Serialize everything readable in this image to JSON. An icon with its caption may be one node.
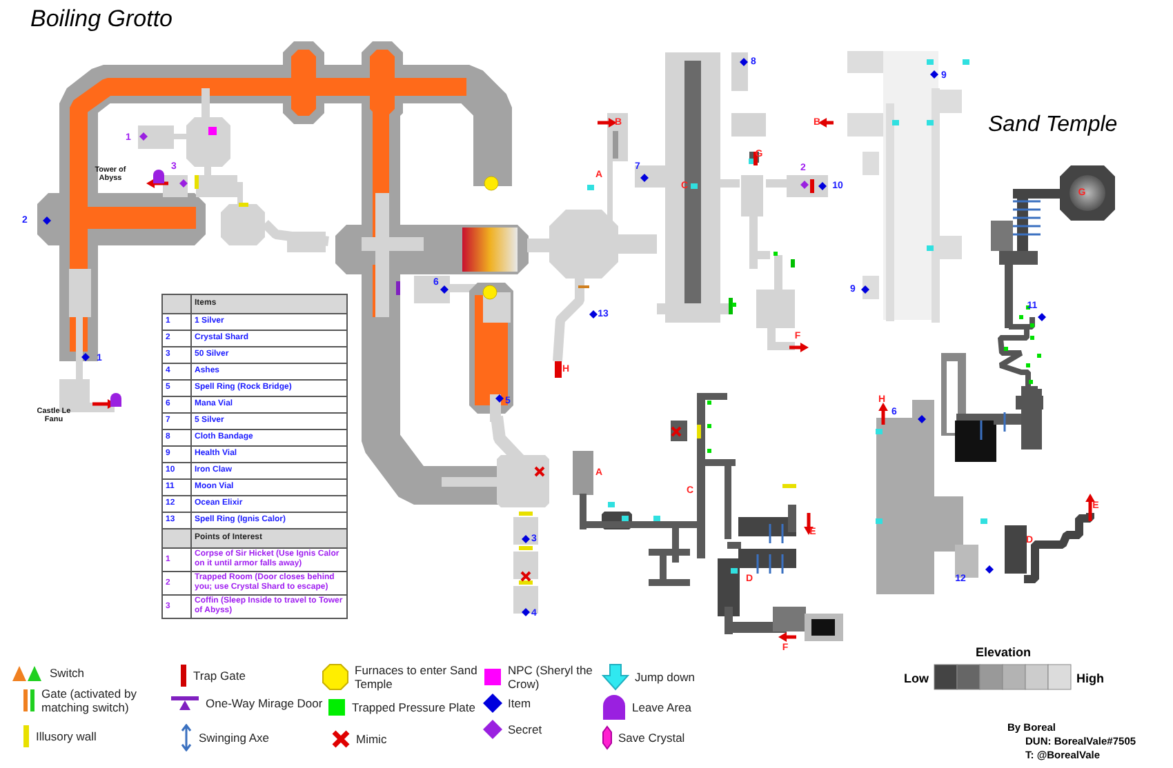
{
  "diagram": {
    "title": "Boiling Grotto",
    "labels": [
      "Sand Temple",
      "1",
      "3",
      "Tower of Abyss",
      "2",
      "1",
      "Castle Le Fanu",
      "6",
      "5",
      "3",
      "4",
      "B",
      "A",
      "H",
      "13",
      "8",
      "7",
      "C",
      "G",
      "2",
      "10",
      "F",
      "9",
      "B",
      "9",
      "G",
      "11",
      "A",
      "C",
      "E",
      "D",
      "F",
      "H",
      "6",
      "12",
      "D",
      "E",
      "Items",
      "1",
      "1 Silver",
      "2",
      "Crystal Shard",
      "3",
      "50 Silver",
      "4",
      "Ashes",
      "5",
      "Spell Ring (Rock Bridge)",
      "6",
      "Mana Vial",
      "7",
      "5 Silver",
      "8",
      "Cloth Bandage",
      "9",
      "Health Vial",
      "10",
      "Iron Claw",
      "11",
      "Moon Vial",
      "12",
      "Ocean Elixir",
      "13",
      "Spell Ring (Ignis Calor)",
      "Points of Interest",
      "1",
      "Corpse of Sir Hicket (Use Ignis Calor on it until armor falls away)",
      "2",
      "Trapped Room (Door closes behind you; use Crystal Shard to escape)",
      "3",
      "Coffin (Sleep Inside to travel to Tower of Abyss)",
      "Elevation",
      "Low",
      "High",
      "By Boreal",
      "DUN: BorealVale#7505",
      "T: @BorealVale"
    ],
    "legend": [
      {
        "text": "Switch"
      },
      {
        "text": "Gate (activated by matching switch)"
      },
      {
        "text": "Illusory wall"
      },
      {
        "text": "Trap Gate"
      },
      {
        "text": "One-Way Mirage Door"
      },
      {
        "text": "Swinging Axe"
      },
      {
        "text": "Furnaces to enter Sand Temple"
      },
      {
        "text": "Trapped Pressure Plate",
        "color": "#00ee00"
      },
      {
        "text": "Mimic"
      },
      {
        "text": "NPC (Sheryl the Crow)",
        "color": "#ff00ff"
      },
      {
        "text": "Item"
      },
      {
        "text": "Secret"
      },
      {
        "text": "Jump down"
      },
      {
        "text": "Leave Area"
      },
      {
        "text": "Save Crystal"
      }
    ]
  }
}
